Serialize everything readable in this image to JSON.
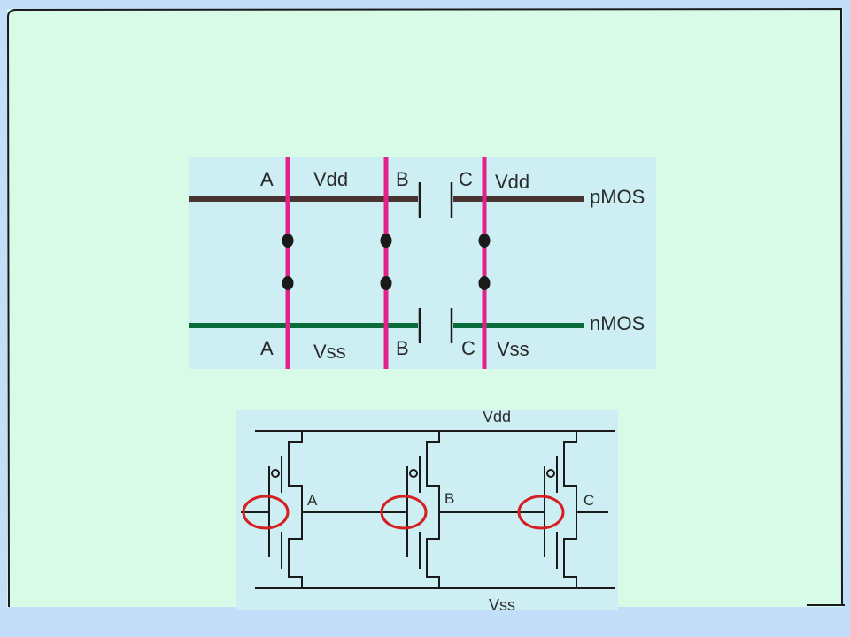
{
  "colors": {
    "page_background": "#c2def8",
    "slide_background": "#d8fbe8",
    "panel_background": "#cdeef3",
    "poly": "#e3218b",
    "pmos_diffusion": "#4a3432",
    "nmos_diffusion": "#0a6b3a",
    "contact": "#1a1a1a",
    "via": "#1f7fbf",
    "highlight": "#d42020"
  },
  "stick_diagram": {
    "nodes": {
      "a_top": "A",
      "vdd_top": "Vdd",
      "b_top": "B",
      "c_top": "C",
      "vdd_top_right": "Vdd",
      "a_bottom": "A",
      "vss_bottom": "Vss",
      "b_bottom": "B",
      "c_bottom": "C",
      "vss_bottom_right": "Vss"
    },
    "pmos_label": "pMOS",
    "nmos_label": "nMOS"
  },
  "schematic": {
    "vdd_label": "Vdd",
    "vss_label": "Vss",
    "node_a": "A",
    "node_b": "B",
    "node_c": "C"
  }
}
